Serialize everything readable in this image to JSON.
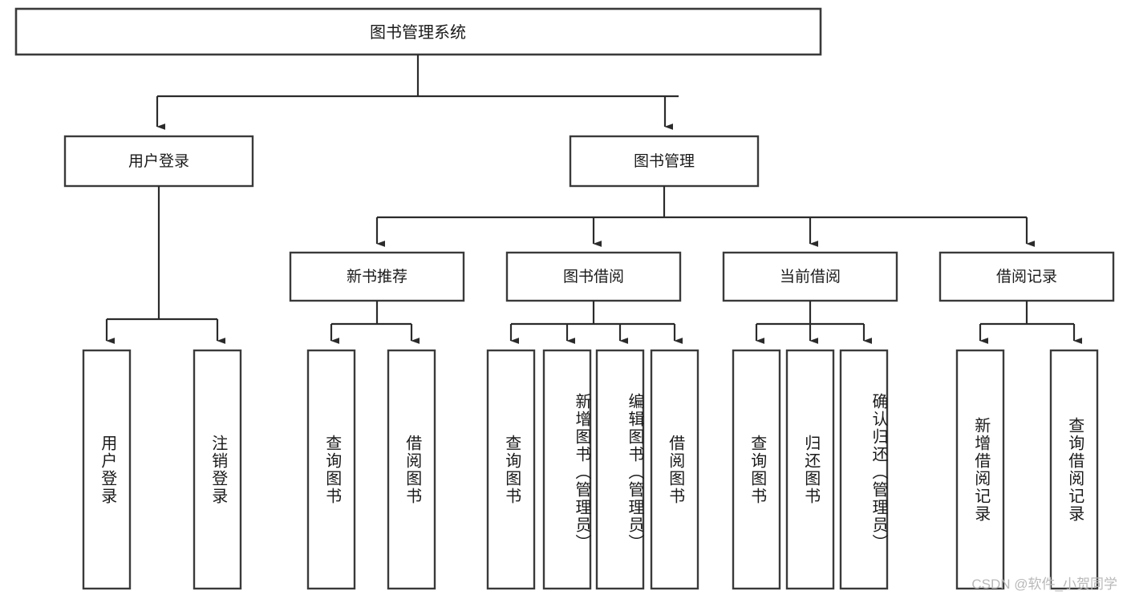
{
  "diagram": {
    "title_node": {
      "label": "图书管理系统"
    },
    "level2": [
      {
        "id": "user-login",
        "label": "用户登录"
      },
      {
        "id": "book-management",
        "label": "图书管理"
      }
    ],
    "level3": [
      {
        "id": "new-book-recommend",
        "label": "新书推荐"
      },
      {
        "id": "book-borrow",
        "label": "图书借阅"
      },
      {
        "id": "current-borrow",
        "label": "当前借阅"
      },
      {
        "id": "borrow-record",
        "label": "借阅记录"
      }
    ],
    "leaves": {
      "user_login": [
        {
          "id": "leaf-user-login",
          "label": "用户登录"
        },
        {
          "id": "leaf-logout-login",
          "label": "注销登录"
        }
      ],
      "new_book_recommend": [
        {
          "id": "leaf-query-book-1",
          "label": "查询图书"
        },
        {
          "id": "leaf-borrow-book-1",
          "label": "借阅图书"
        }
      ],
      "book_borrow": [
        {
          "id": "leaf-query-book-2",
          "label": "查询图书"
        },
        {
          "id": "leaf-add-book",
          "label": "新增图书（管理员）"
        },
        {
          "id": "leaf-edit-book",
          "label": "编辑图书（管理员）"
        },
        {
          "id": "leaf-borrow-book-2",
          "label": "借阅图书"
        }
      ],
      "current_borrow": [
        {
          "id": "leaf-query-book-3",
          "label": "查询图书"
        },
        {
          "id": "leaf-return-book",
          "label": "归还图书"
        },
        {
          "id": "leaf-confirm-return",
          "label": "确认归还（管理员）"
        }
      ],
      "borrow_record": [
        {
          "id": "leaf-add-record",
          "label": "新增借阅记录"
        },
        {
          "id": "leaf-query-record",
          "label": "查询借阅记录"
        }
      ]
    }
  },
  "watermark": {
    "text": "CSDN @软件_小贺同学"
  },
  "colors": {
    "box_stroke": "#3a3a3a",
    "connector": "#2b2b2b",
    "text": "#1a1a1a",
    "background": "#ffffff",
    "watermark": "#b9b9b9"
  }
}
